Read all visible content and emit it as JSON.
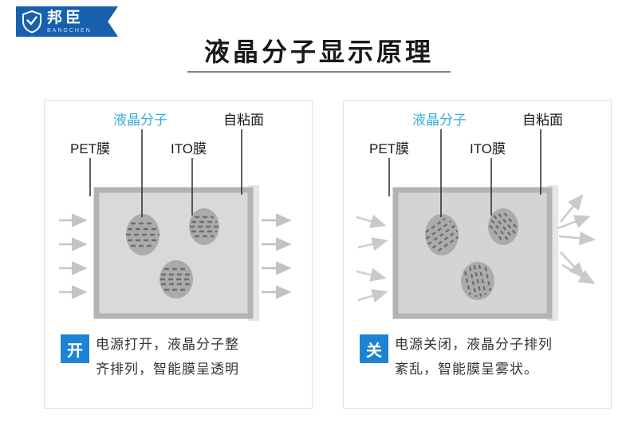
{
  "logo": {
    "name": "邦臣",
    "subtitle": "BANGCHEN"
  },
  "title": "液晶分子显示原理",
  "panels": [
    {
      "state": "on",
      "labels": {
        "molecule": "液晶分子",
        "adhesive": "自粘面",
        "pet": "PET膜",
        "ito": "ITO膜"
      },
      "switch_label": "开",
      "caption_line1": "电源打开，液晶分子整",
      "caption_line2": "齐排列，智能膜呈透明"
    },
    {
      "state": "off",
      "labels": {
        "molecule": "液晶分子",
        "adhesive": "自粘面",
        "pet": "PET膜",
        "ito": "ITO膜"
      },
      "switch_label": "关",
      "caption_line1": "电源关闭，液晶分子排列",
      "caption_line2": "紊乱，智能膜呈雾状。"
    }
  ],
  "colors": {
    "logo_blue": "#1660ad",
    "accent_blue": "#1d83d4",
    "label_cyan": "#35aede",
    "film_fill": "#d9d9d9",
    "film_border": "#b3b3b3",
    "droplet_fill": "#ababab",
    "arrow_gray": "#c6c6c6"
  }
}
